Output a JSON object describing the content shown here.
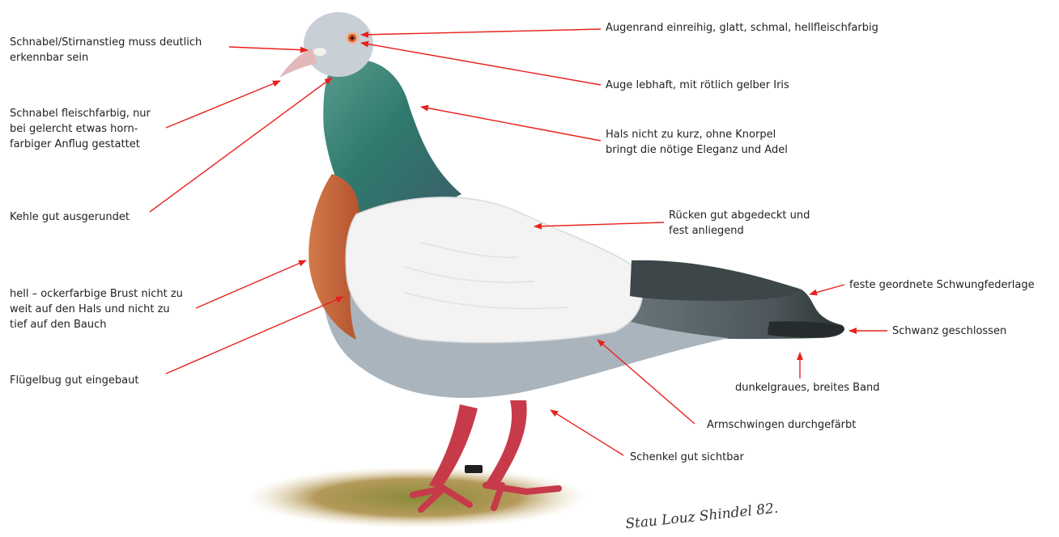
{
  "labels": {
    "schnabel_stirn": "Schnabel/Stirnanstieg muss deutlich\nerkennbar sein",
    "schnabel_farbe": "Schnabel fleischfarbig, nur\nbei gelercht etwas horn-\nfarbiger Anflug gestattet",
    "kehle": "Kehle gut ausgerundet",
    "brust": "hell – ockerfarbige Brust nicht zu\nweit auf den Hals und nicht zu\ntief auf den Bauch",
    "fluegelbug": "Flügelbug gut eingebaut",
    "augenrand": "Augenrand einreihig, glatt, schmal, hellfleischfarbig",
    "auge": "Auge lebhaft, mit rötlich gelber Iris",
    "hals": "Hals nicht zu kurz, ohne Knorpel\nbringt die nötige Eleganz und Adel",
    "ruecken": "Rücken gut abgedeckt und\nfest anliegend",
    "schwungfedern": "feste geordnete Schwungfederlage",
    "schwanz": "Schwanz geschlossen",
    "band": "dunkelgraues, breites Band",
    "armschwingen": "Armschwingen durchgefärbt",
    "schenkel": "Schenkel gut sichtbar"
  },
  "signature": "Stau Louz Shindel 82.",
  "colors": {
    "arrow": "#e8211c",
    "head_gray": "#c9cfd7",
    "neck_green": "#2f7a6e",
    "breast_ochre": "#c8643a",
    "wing_white": "#f3f3f3",
    "tail_dark": "#3d4648",
    "body_gray": "#aab4bd",
    "leg_red": "#c73a4a",
    "ground": "#a8935a"
  }
}
